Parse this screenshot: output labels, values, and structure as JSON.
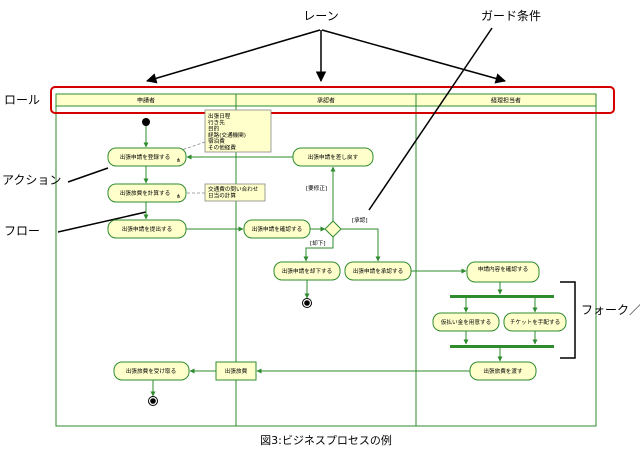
{
  "annotations": {
    "lane": "レーン",
    "guard": "ガード条件",
    "role": "ロール",
    "action": "アクション",
    "flow": "フロー",
    "fork_join": "フォーク／ジョイン"
  },
  "lanes": [
    "申請者",
    "承認者",
    "経理担当者"
  ],
  "actions": {
    "register": "出張申請を登録する",
    "calc": "出張旅費を計算する",
    "submit": "出張申請を提出する",
    "return": "出張申請を差し戻す",
    "confirm": "出張申請を確認する",
    "reject": "出張申請を却下する",
    "approve": "出張申請を承認する",
    "check": "申請内容を確認する",
    "advance": "仮払い金を用意する",
    "ticket": "チケットを手配する",
    "pay": "出張旅費を渡す",
    "receive": "出張旅費を受け取る"
  },
  "object_node": "出張旅費",
  "notes": {
    "items": [
      "出張日程",
      "行き先",
      "目的",
      "経路(交通機関)",
      "宿泊費",
      "その他経費"
    ],
    "calc": [
      "交通費の問い合わせ",
      "日当の計算"
    ]
  },
  "guards": {
    "fix": "[要修正]",
    "approve": "[承認]",
    "reject": "[却下]"
  },
  "caption": "図3:ビジネスプロセスの例",
  "colors": {
    "lane_header": "#ffffcc",
    "node_fill": "#ffffcc",
    "node_stroke": "#2e8b2e",
    "role_box": "#d40000",
    "fork_bar": "#2e8b2e"
  }
}
